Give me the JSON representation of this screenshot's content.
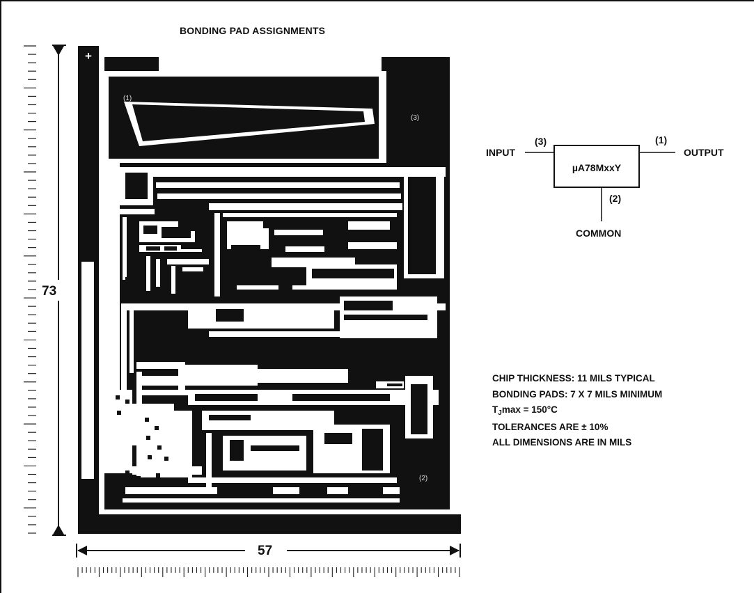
{
  "title": "BONDING PAD ASSIGNMENTS",
  "die": {
    "height_label": "73",
    "width_label": "57",
    "plus_sign": "+",
    "pads": {
      "pad1": "(1)",
      "pad2": "(2)",
      "pad3": "(3)"
    }
  },
  "schematic": {
    "device": "µA78MxxY",
    "input_label": "INPUT",
    "output_label": "OUTPUT",
    "common_label": "COMMON",
    "input_pin": "(3)",
    "output_pin": "(1)",
    "common_pin": "(2)"
  },
  "specs": {
    "thickness": "CHIP THICKNESS: 11 MILS TYPICAL",
    "pads": "BONDING PADS: 7 X 7 MILS MINIMUM",
    "tj_prefix": "T",
    "tj_sub": "J",
    "tj_rest": "max = 150°C",
    "tolerance": "TOLERANCES ARE ± 10%",
    "units": "ALL DIMENSIONS ARE IN MILS"
  }
}
